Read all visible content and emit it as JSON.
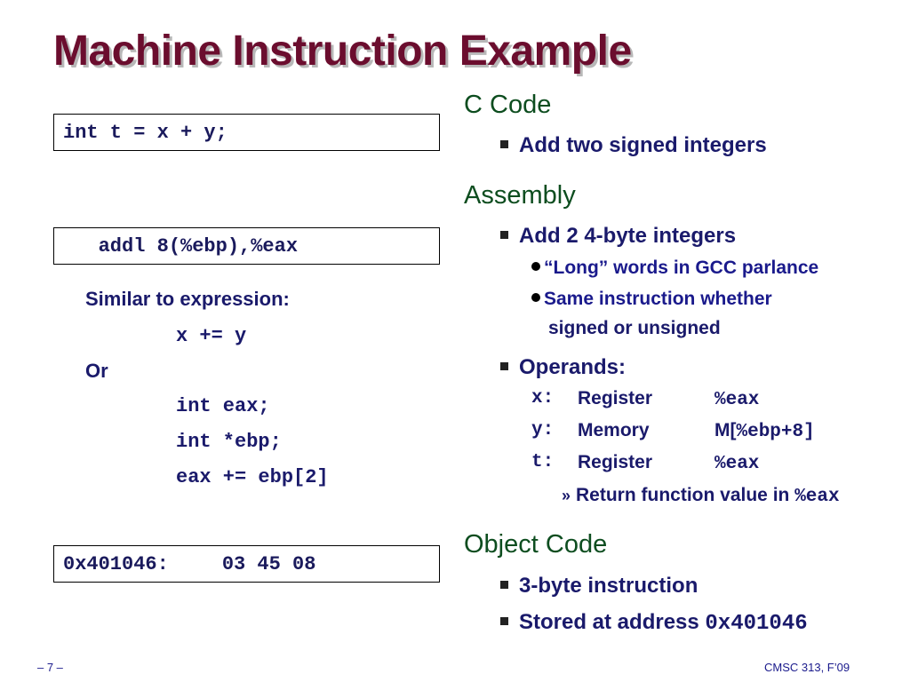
{
  "title": "Machine Instruction Example",
  "left": {
    "c_code_box": "int t = x + y;",
    "asm_box": "   addl 8(%ebp),%eax",
    "similar_label": "Similar to expression:",
    "similar_expr": "x += y",
    "or_label": "Or",
    "alt_lines": [
      "int eax;",
      "int *ebp;",
      "eax += ebp[2]"
    ],
    "object_box_addr": "0x401046:",
    "object_box_bytes": "03 45 08"
  },
  "right": {
    "c_code": {
      "heading": "C Code",
      "bullet": "Add two signed integers"
    },
    "assembly": {
      "heading": "Assembly",
      "bullet": "Add 2 4-byte integers",
      "sub1": "“Long” words in GCC parlance",
      "sub2_line1": "Same instruction whether",
      "sub2_line2": "signed or unsigned",
      "operands_label": "Operands:",
      "operands": [
        {
          "var": "x:",
          "kind": "Register",
          "loc_prefix": "",
          "loc_code": "%eax"
        },
        {
          "var": "y:",
          "kind": "Memory",
          "loc_prefix": "M[",
          "loc_code": "%ebp+8]"
        },
        {
          "var": "t:",
          "kind": "Register",
          "loc_prefix": "",
          "loc_code": "%eax"
        }
      ],
      "return_text": "Return function value in ",
      "return_code": "%eax"
    },
    "object_code": {
      "heading": "Object Code",
      "bullet1": "3-byte instruction",
      "bullet2_text": "Stored at address ",
      "bullet2_code": "0x401046"
    }
  },
  "footer": {
    "page": "– 7 –",
    "course": "CMSC 313, F’09"
  },
  "colors": {
    "title": "#6b0d2e",
    "heading": "#0d4d1f",
    "body": "#1a1a6b"
  }
}
